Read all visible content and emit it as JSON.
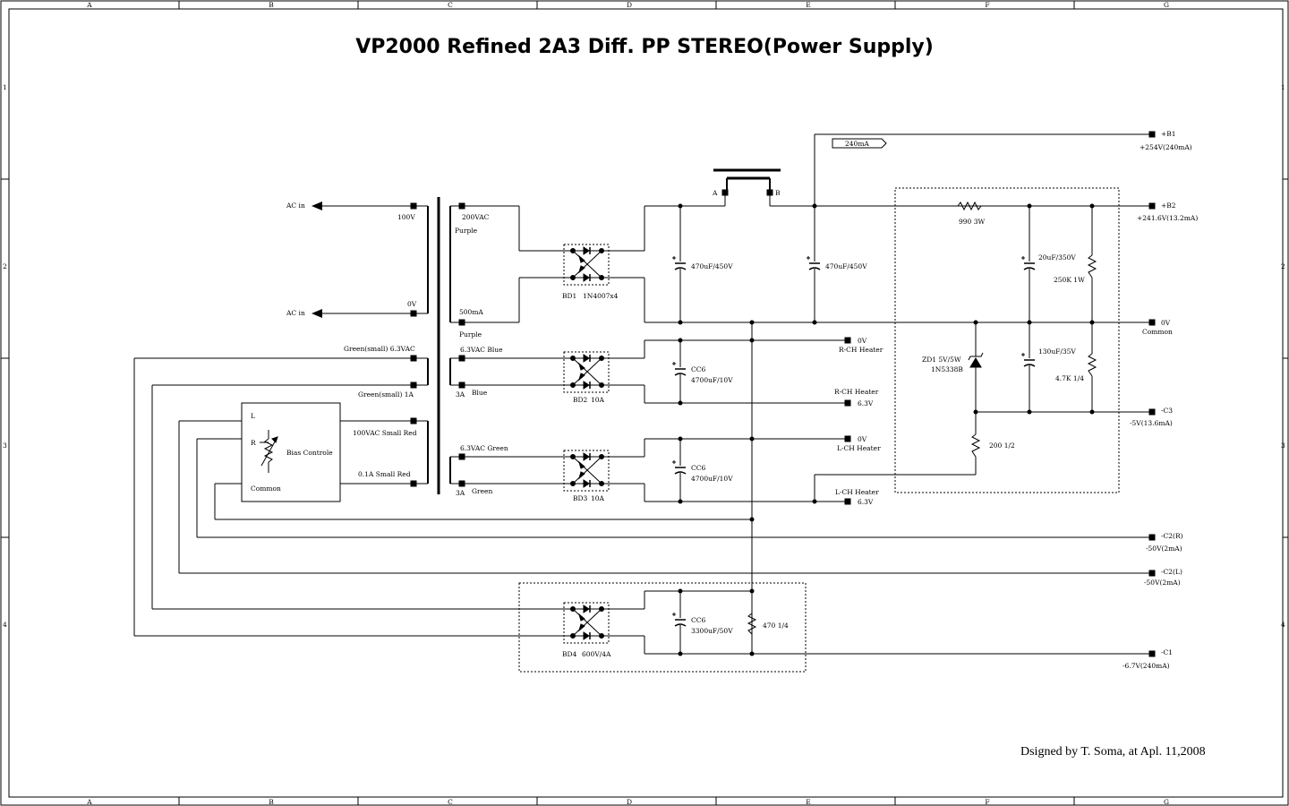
{
  "title": "VP2000 Refined 2A3 Diff. PP STEREO(Power Supply)",
  "credit": "Dsigned by T. Soma, at Apl. 11,2008",
  "border": {
    "cols": [
      "A",
      "B",
      "C",
      "D",
      "E",
      "F",
      "G"
    ],
    "rows": [
      "1",
      "2",
      "3",
      "4"
    ]
  },
  "transformer": {
    "primary": {
      "ac_in_top": "AC in",
      "ac_in_bottom": "AC in",
      "tap_100v": "100V",
      "tap_0v": "0V"
    },
    "hv": {
      "voltage": "200VAC",
      "color_top": "Purple",
      "current": "500mA",
      "color_bottom": "Purple"
    },
    "heater_r": {
      "voltage": "6.3VAC  Blue",
      "current": "3A",
      "color": "Blue"
    },
    "heater_l": {
      "voltage": "6.3VAC  Green",
      "current": "3A",
      "color": "Green"
    },
    "green_small_top": "Green(small)  6.3VAC",
    "green_small_bottom": "Green(small)  1A",
    "bias_top": "100VAC Small Red",
    "bias_bottom": "0.1A   Small Red"
  },
  "bias_box": {
    "l": "L",
    "r": "R",
    "common": "Common",
    "label": "Bias Controle"
  },
  "bridges": [
    {
      "name": "BD1",
      "spec": "1N4007x4"
    },
    {
      "name": "BD2",
      "spec": "10A"
    },
    {
      "name": "BD3",
      "spec": "10A"
    },
    {
      "name": "BD4",
      "spec": "600V/4A"
    }
  ],
  "choke": {
    "a": "A",
    "b": "B"
  },
  "current_tag": "240mA",
  "caps": {
    "c1": "470uF/450V",
    "c2": "470uF/450V",
    "c3": "20uF/350V",
    "c4": "130uF/35V",
    "cc6_r_name": "CC6",
    "cc6_r_val": "4700uF/10V",
    "cc6_l_name": "CC6",
    "cc6_l_val": "4700uF/10V",
    "cc6_bias_name": "CC6",
    "cc6_bias_val": "3300uF/50V"
  },
  "resistors": {
    "r1": "990 3W",
    "r2": "250K 1W",
    "r3": "4.7K 1/4",
    "r4": "200 1/2",
    "r5": "470 1/4"
  },
  "zener": {
    "name": "ZD1 5V/5W",
    "part": "1N5338B"
  },
  "heater_out": {
    "r_0v": "0V",
    "r_heater_top": "R-CH Heater",
    "r_heater_bottom": "R-CH Heater",
    "r_63": "6.3V",
    "l_0v": "0V",
    "l_heater_top": "L-CH Heater",
    "l_heater_bottom": "L-CH Heater",
    "l_63": "6.3V"
  },
  "outputs": [
    {
      "name": "+B1",
      "value": "+254V(240mA)"
    },
    {
      "name": "+B2",
      "value": "+241.6V(13.2mA)"
    },
    {
      "name": "0V",
      "value": "Common"
    },
    {
      "name": "-C3",
      "value": "-5V(13.6mA)"
    },
    {
      "name": "-C2(R)",
      "value": "-50V(2mA)"
    },
    {
      "name": "-C2(L)",
      "value": "-50V(2mA)"
    },
    {
      "name": "-C1",
      "value": "-6.7V(240mA)"
    }
  ]
}
